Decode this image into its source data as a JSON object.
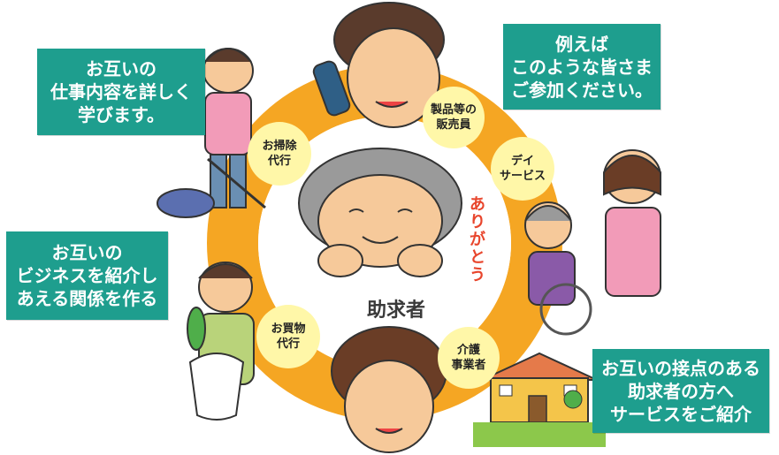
{
  "boxes": {
    "learn": [
      "お互いの",
      "仕事内容を詳しく",
      "学びます。"
    ],
    "example": [
      "例えば",
      "このような皆さま",
      "ご参加ください。"
    ],
    "introduce": [
      "お互いの",
      "ビジネスを紹介し",
      "あえる関係を作る"
    ],
    "contact": [
      "お互いの接点のある",
      "助求者の方へ",
      "サービスをご紹介"
    ]
  },
  "badges": {
    "sales": [
      "製品等の",
      "販売員"
    ],
    "cleaning": [
      "お掃除",
      "代行"
    ],
    "day_service": [
      "デイ",
      "サービス"
    ],
    "shopping": [
      "お買物",
      "代行"
    ],
    "care": [
      "介護",
      "事業者"
    ]
  },
  "center": {
    "label": "助求者",
    "thanks": [
      "あ",
      "り",
      "が",
      "と",
      "う"
    ]
  },
  "colors": {
    "ring": "#f5a623",
    "box": "#1e9e8e",
    "badge": "#fff7a8",
    "thanks": "#e8452c"
  }
}
